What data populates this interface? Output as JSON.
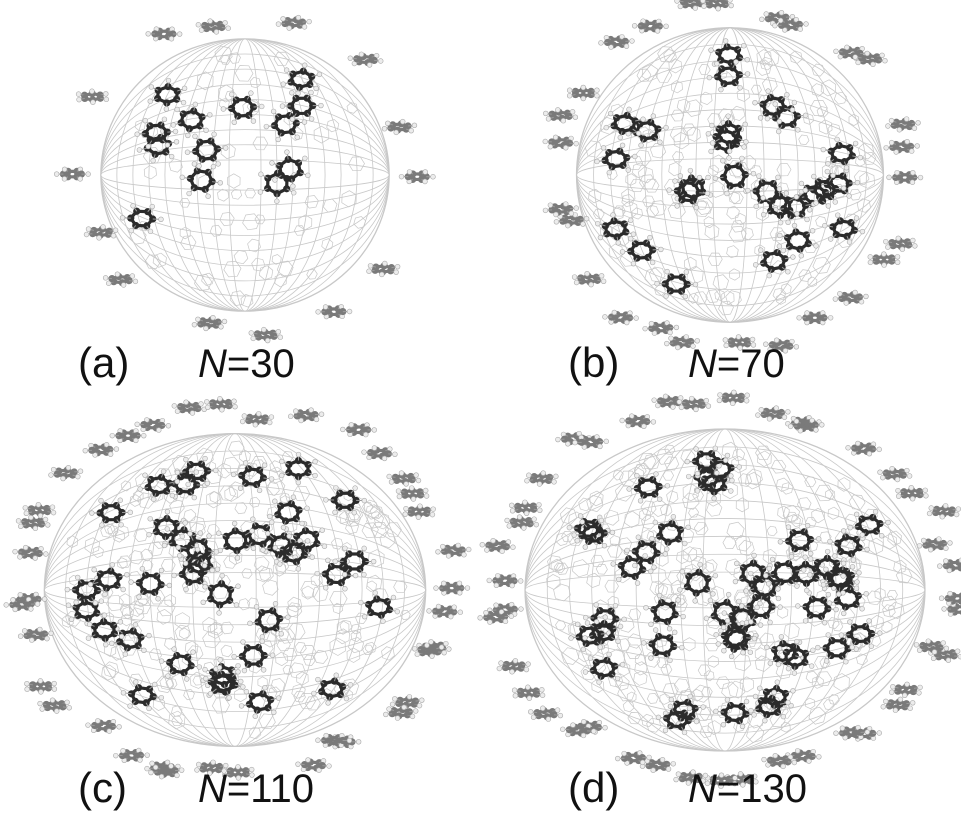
{
  "panels": [
    {
      "id": "a",
      "letter": "(a)",
      "n_symbol": "N",
      "n_value": "=30"
    },
    {
      "id": "b",
      "letter": "(b)",
      "n_symbol": "N",
      "n_value": "=70"
    },
    {
      "id": "c",
      "letter": "(c)",
      "n_symbol": "N",
      "n_value": "=110"
    },
    {
      "id": "d",
      "letter": "(d)",
      "n_symbol": "N",
      "n_value": "=130"
    }
  ],
  "colors": {
    "cage": "#c8c8c8",
    "ring_dark": "#2b2b2b",
    "ring_gray": "#7a7a7a",
    "hydrogen": "#ececec"
  }
}
